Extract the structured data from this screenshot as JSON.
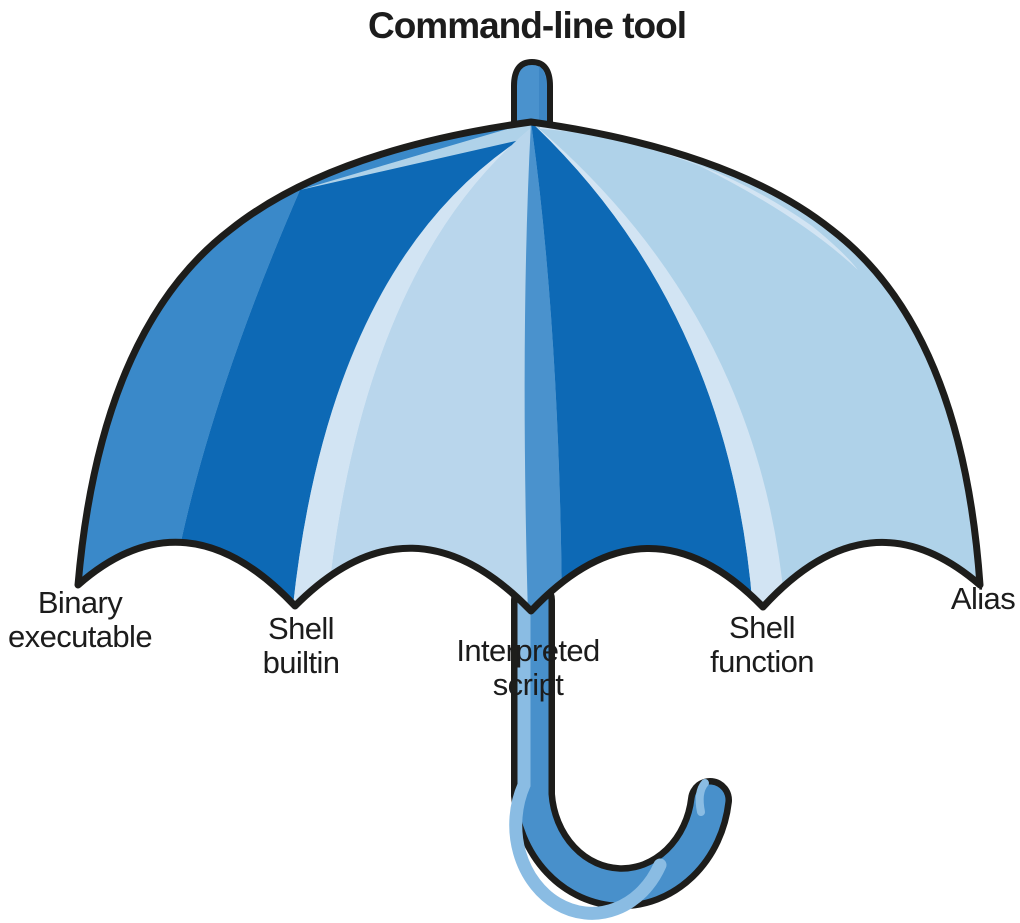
{
  "title": "Command-line tool",
  "labels": {
    "binary_executable": "Binary\nexecutable",
    "shell_builtin": "Shell\nbuiltin",
    "interpreted_script": "Interpreted\nscript",
    "shell_function": "Shell\nfunction",
    "alias": "Alias"
  },
  "colors": {
    "background": "#ffffff",
    "outline": "#1d1d1b",
    "text": "#1c1c1c",
    "panel_medium_blue": "#3a89c9",
    "panel_dark_blue": "#0d69b5",
    "panel_light_blue": "#d2e4f3",
    "panel_pale_blue_left": "#b9d6ec",
    "panel_pale_blue_right": "#afd2e9",
    "rib_blue": "#4a92cd",
    "ferrule_shade": "#3d86c4",
    "handle_blue": "#4890cb",
    "handle_highlight": "#8abce3"
  }
}
